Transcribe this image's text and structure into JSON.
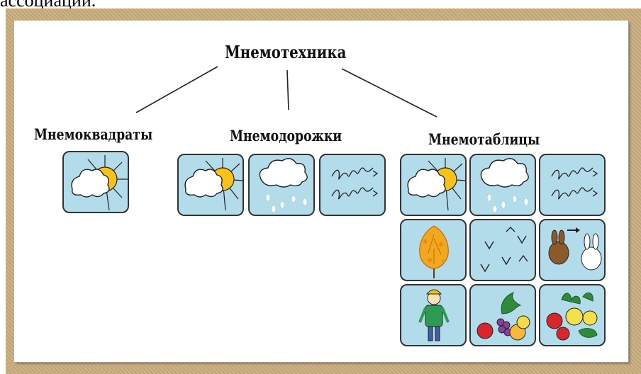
{
  "cutoff_text": "ассоциации.",
  "diagram": {
    "root": "Мнемотехника",
    "branches": [
      {
        "label": "Мнемоквадраты"
      },
      {
        "label": "Мнемодорожки"
      },
      {
        "label": "Мнемотаблицы"
      }
    ]
  },
  "colors": {
    "frame": "#c9ad7e",
    "tile_fill": "#b3dcea",
    "sun": "#f7c21a"
  },
  "icons": [
    "sun-cloud-icon",
    "rain-cloud-icon",
    "wind-icon",
    "autumn-tree-icon",
    "birds-icon",
    "hares-icon",
    "dressed-boy-icon",
    "fruit-icon",
    "vegetables-icon"
  ]
}
